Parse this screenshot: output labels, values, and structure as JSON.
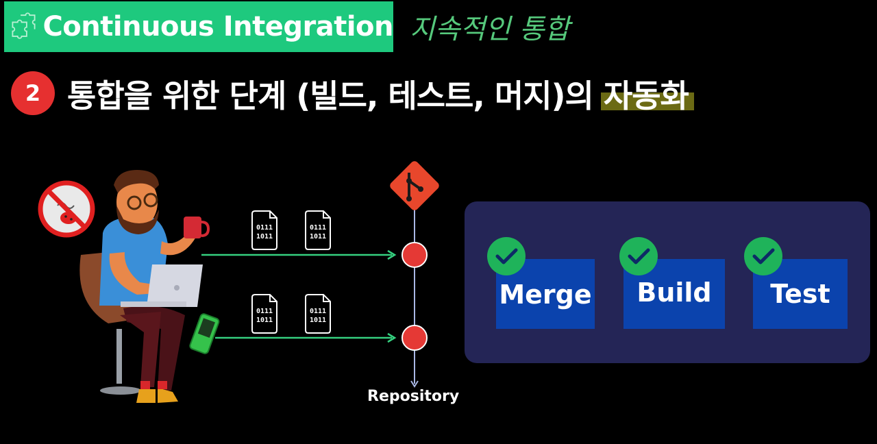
{
  "header": {
    "title": "Continuous Integration",
    "subtitle": "지속적인 통합",
    "title_bg_color": "#1ec97e"
  },
  "step": {
    "number": "2",
    "heading_main": "통합을 위한 단계 (빌드, 테스트, 머지)의 ",
    "heading_highlight": "자동화"
  },
  "diagram": {
    "developer_icon": "developer-with-laptop-illustration",
    "no_bug_icon": "no-bug-icon",
    "git_icon": "git-logo-icon",
    "file_label_top": "0111",
    "file_label_bottom": "1011",
    "repository_label": "Repository",
    "accent_green": "#35d07f",
    "commit_color": "#e53935"
  },
  "pipeline": {
    "steps": [
      {
        "label": "Merge",
        "status": "check-icon"
      },
      {
        "label": "Build",
        "status": "check-icon"
      },
      {
        "label": "Test",
        "status": "check-icon"
      }
    ],
    "panel_color": "#242556",
    "box_color": "#0b43ad",
    "check_color": "#1fb35a"
  }
}
